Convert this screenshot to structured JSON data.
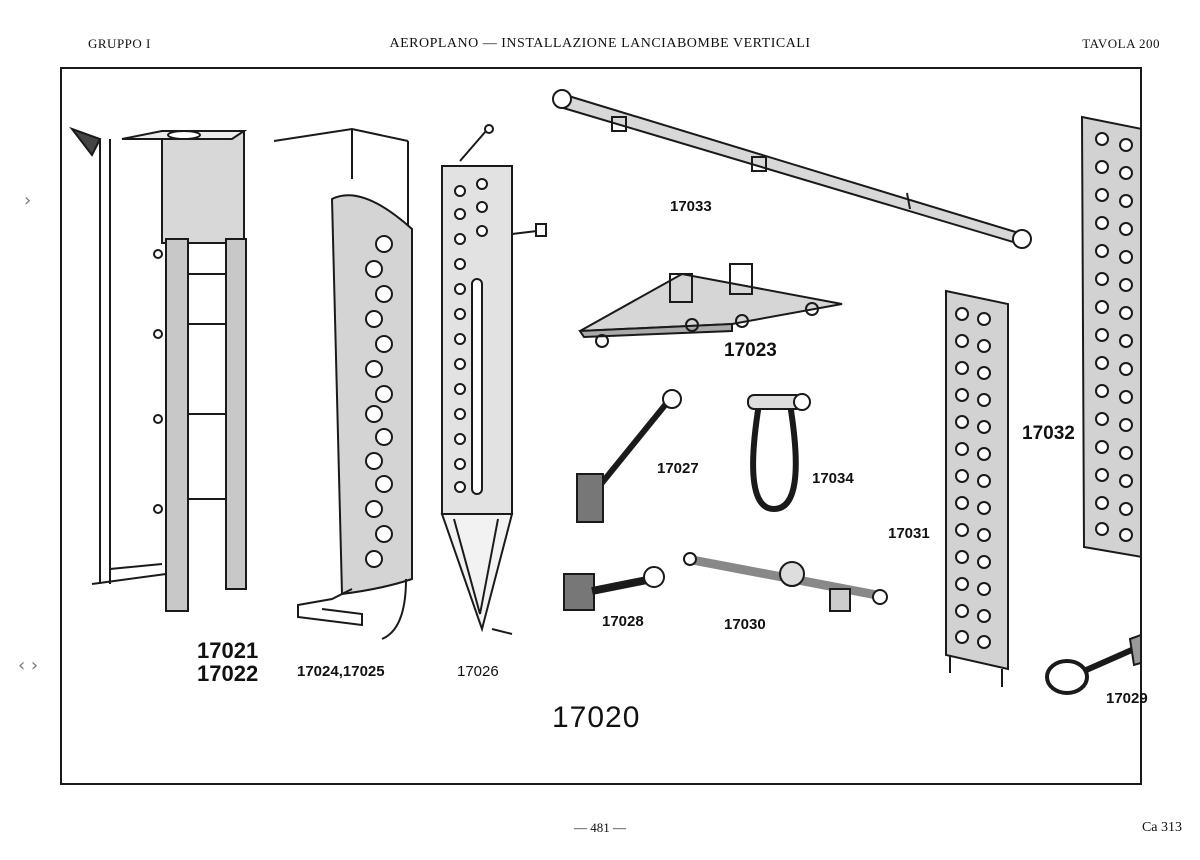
{
  "header": {
    "left": "GRUPPO I",
    "center": "AEROPLANO — INSTALLAZIONE LANCIABOMBE VERTICALI",
    "right": "TAVOLA 200"
  },
  "labels": {
    "p17021": "17021",
    "p17022": "17022",
    "p17024": "17024,17025",
    "p17026": "17026",
    "p17033": "17033",
    "p17023": "17023",
    "p17027": "17027",
    "p17034": "17034",
    "p17028": "17028",
    "p17030": "17030",
    "p17031": "17031",
    "p17032": "17032",
    "p17029": "17029",
    "assembly": "17020"
  },
  "footer": {
    "page": "— 481 —",
    "code": "Ca 313"
  }
}
